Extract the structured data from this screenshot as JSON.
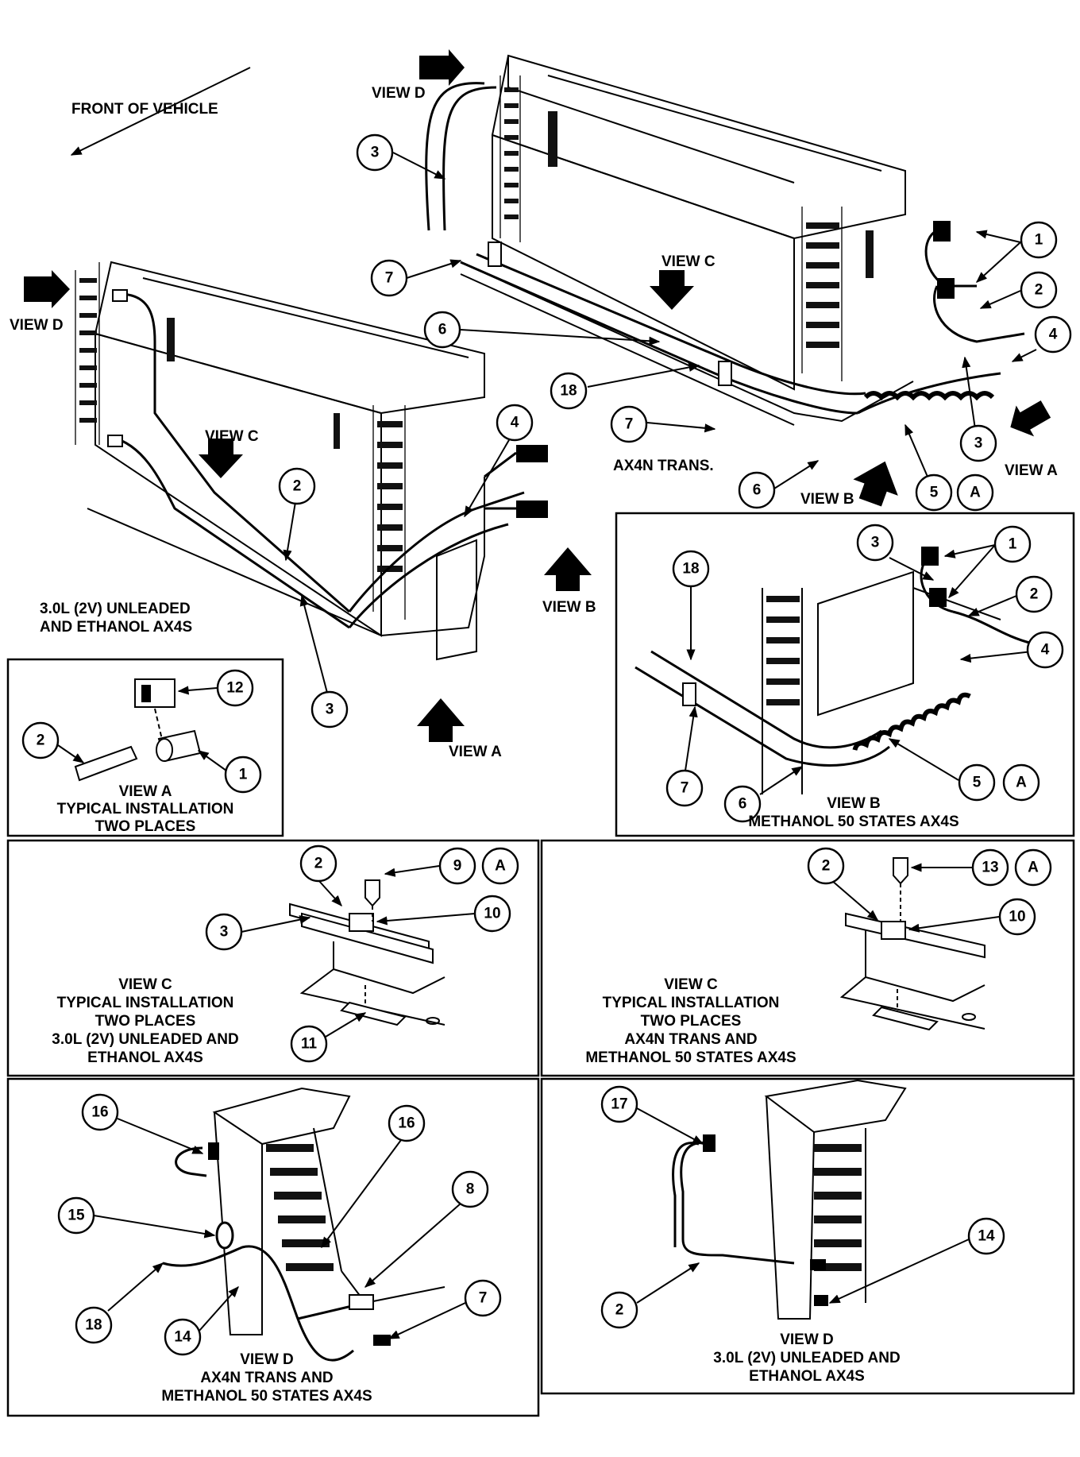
{
  "texts": {
    "front_of_vehicle": "FRONT OF VEHICLE",
    "view_d_top": "VIEW D",
    "view_d_left": "VIEW D",
    "view_c_top": "VIEW C",
    "view_c_left": "VIEW C",
    "view_a_right": "VIEW A",
    "view_a_left": "VIEW A",
    "view_b_top": "VIEW B",
    "view_b_left": "VIEW B",
    "ax4n_trans": "AX4N TRANS.",
    "unleaded_1": "3.0L (2V) UNLEADED",
    "unleaded_2": "AND ETHANOL AX4S"
  },
  "panels": {
    "view_a": {
      "lines": [
        "VIEW A",
        "TYPICAL INSTALLATION",
        "TWO PLACES"
      ]
    },
    "view_b": {
      "lines": [
        "VIEW B",
        "METHANOL 50 STATES AX4S"
      ]
    },
    "view_c_left": {
      "lines": [
        "VIEW C",
        "TYPICAL INSTALLATION",
        "TWO PLACES",
        "3.0L (2V) UNLEADED AND",
        "ETHANOL AX4S"
      ]
    },
    "view_c_right": {
      "lines": [
        "VIEW C",
        "TYPICAL INSTALLATION",
        "TWO PLACES",
        "AX4N TRANS AND",
        "METHANOL 50 STATES AX4S"
      ]
    },
    "view_d_left": {
      "lines": [
        "VIEW D",
        "AX4N TRANS AND",
        "METHANOL 50 STATES AX4S"
      ]
    },
    "view_d_right": {
      "lines": [
        "VIEW D",
        "3.0L (2V) UNLEADED AND",
        "ETHANOL AX4S"
      ]
    }
  },
  "callouts": {
    "c3_top": "3",
    "c7_top": "7",
    "c6_top": "6",
    "c18_top": "18",
    "c7_mid": "7",
    "c1_top": "1",
    "c2_top": "2",
    "c4_top": "4",
    "c3_right": "3",
    "c6_bottom": "6",
    "c5_top": "5",
    "cA_top": "A",
    "c4_left": "4",
    "c2_left": "2",
    "c3_left": "3",
    "c12": "12",
    "c2_va": "2",
    "c1_va": "1",
    "c18_vb": "18",
    "c3_vb": "3",
    "c1_vb": "1",
    "c2_vb": "2",
    "c4_vb": "4",
    "c7_vb": "7",
    "c6_vb": "6",
    "c5_vb": "5",
    "cA_vb": "A",
    "c2_vcl": "2",
    "c9": "9",
    "cA_vcl": "A",
    "c10_vcl": "10",
    "c3_vcl": "3",
    "c11": "11",
    "c2_vcr": "2",
    "c13": "13",
    "cA_vcr": "A",
    "c10_vcr": "10",
    "c16_a": "16",
    "c16_b": "16",
    "c15": "15",
    "c8": "8",
    "c18_vd": "18",
    "c14_vdl": "14",
    "c7_vd": "7",
    "c17": "17",
    "c14_vdr": "14",
    "c2_vdr": "2"
  }
}
